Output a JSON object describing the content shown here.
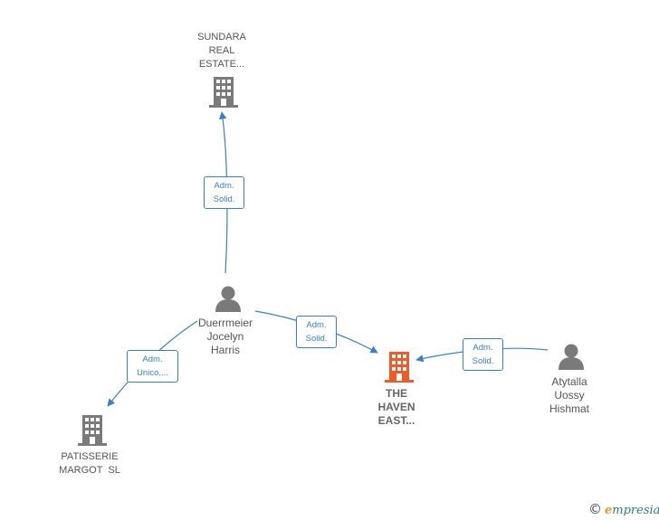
{
  "colors": {
    "edge": "#3a80c8",
    "company_icon": "#7a7a7a",
    "focus_company_icon": "#f05a28",
    "person_icon": "#7a7a7a"
  },
  "nodes": {
    "sundara": {
      "label_lines": [
        "SUNDARA",
        "REAL",
        "ESTATE..."
      ],
      "icon": "building-icon"
    },
    "duerrmeier": {
      "label_lines": [
        "Duerrmeier",
        "Jocelyn",
        "Harris"
      ],
      "icon": "person-icon"
    },
    "patisserie": {
      "label_lines": [
        "PATISSERIE",
        "MARGOT  SL"
      ],
      "icon": "building-icon"
    },
    "haven": {
      "label_lines": [
        "THE",
        "HAVEN",
        "EAST..."
      ],
      "icon": "building-icon"
    },
    "atytalla": {
      "label_lines": [
        "Atytalla",
        "Uossy",
        "Hishmat"
      ],
      "icon": "person-icon"
    }
  },
  "edges": {
    "duerrmeier_sundara": {
      "lines": [
        "Adm.",
        "Solid."
      ]
    },
    "duerrmeier_patisserie": {
      "lines": [
        "Adm.",
        "Unico,..."
      ]
    },
    "duerrmeier_haven": {
      "lines": [
        "Adm.",
        "Solid."
      ]
    },
    "atytalla_haven": {
      "lines": [
        "Adm.",
        "Solid."
      ]
    }
  },
  "brand": {
    "copyright": "©",
    "first_letter": "e",
    "rest": "mpresia"
  }
}
